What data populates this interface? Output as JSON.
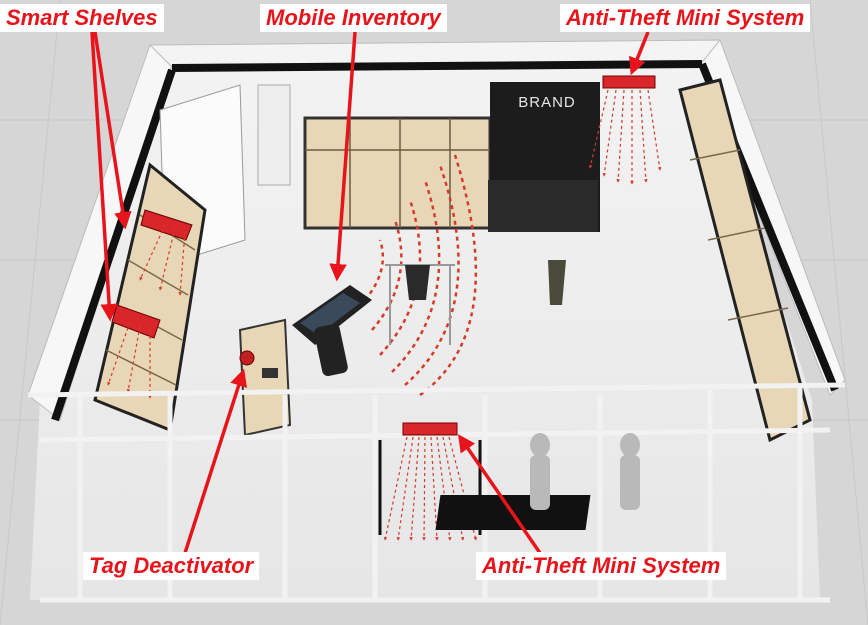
{
  "labels": {
    "smart_shelves": "Smart Shelves",
    "mobile_inventory": "Mobile Inventory",
    "anti_theft_top": "Anti-Theft Mini System",
    "tag_deactivator": "Tag Deactivator",
    "anti_theft_bottom": "Anti-Theft Mini System"
  },
  "store_sign": "BRAND",
  "colors": {
    "callout_red": "#e8141b",
    "signal_red": "#d63a2a",
    "floor": "#efefef",
    "wall": "#f7f7f7",
    "wall_trim": "#111111",
    "shelf_wood": "#e8d7b6",
    "brand_panel": "#1c1c1c"
  },
  "icons": [
    "rfid-handheld-reader-icon",
    "rfid-antenna-icon",
    "security-gate-icon",
    "mannequin-icon",
    "clothes-rack-icon"
  ]
}
